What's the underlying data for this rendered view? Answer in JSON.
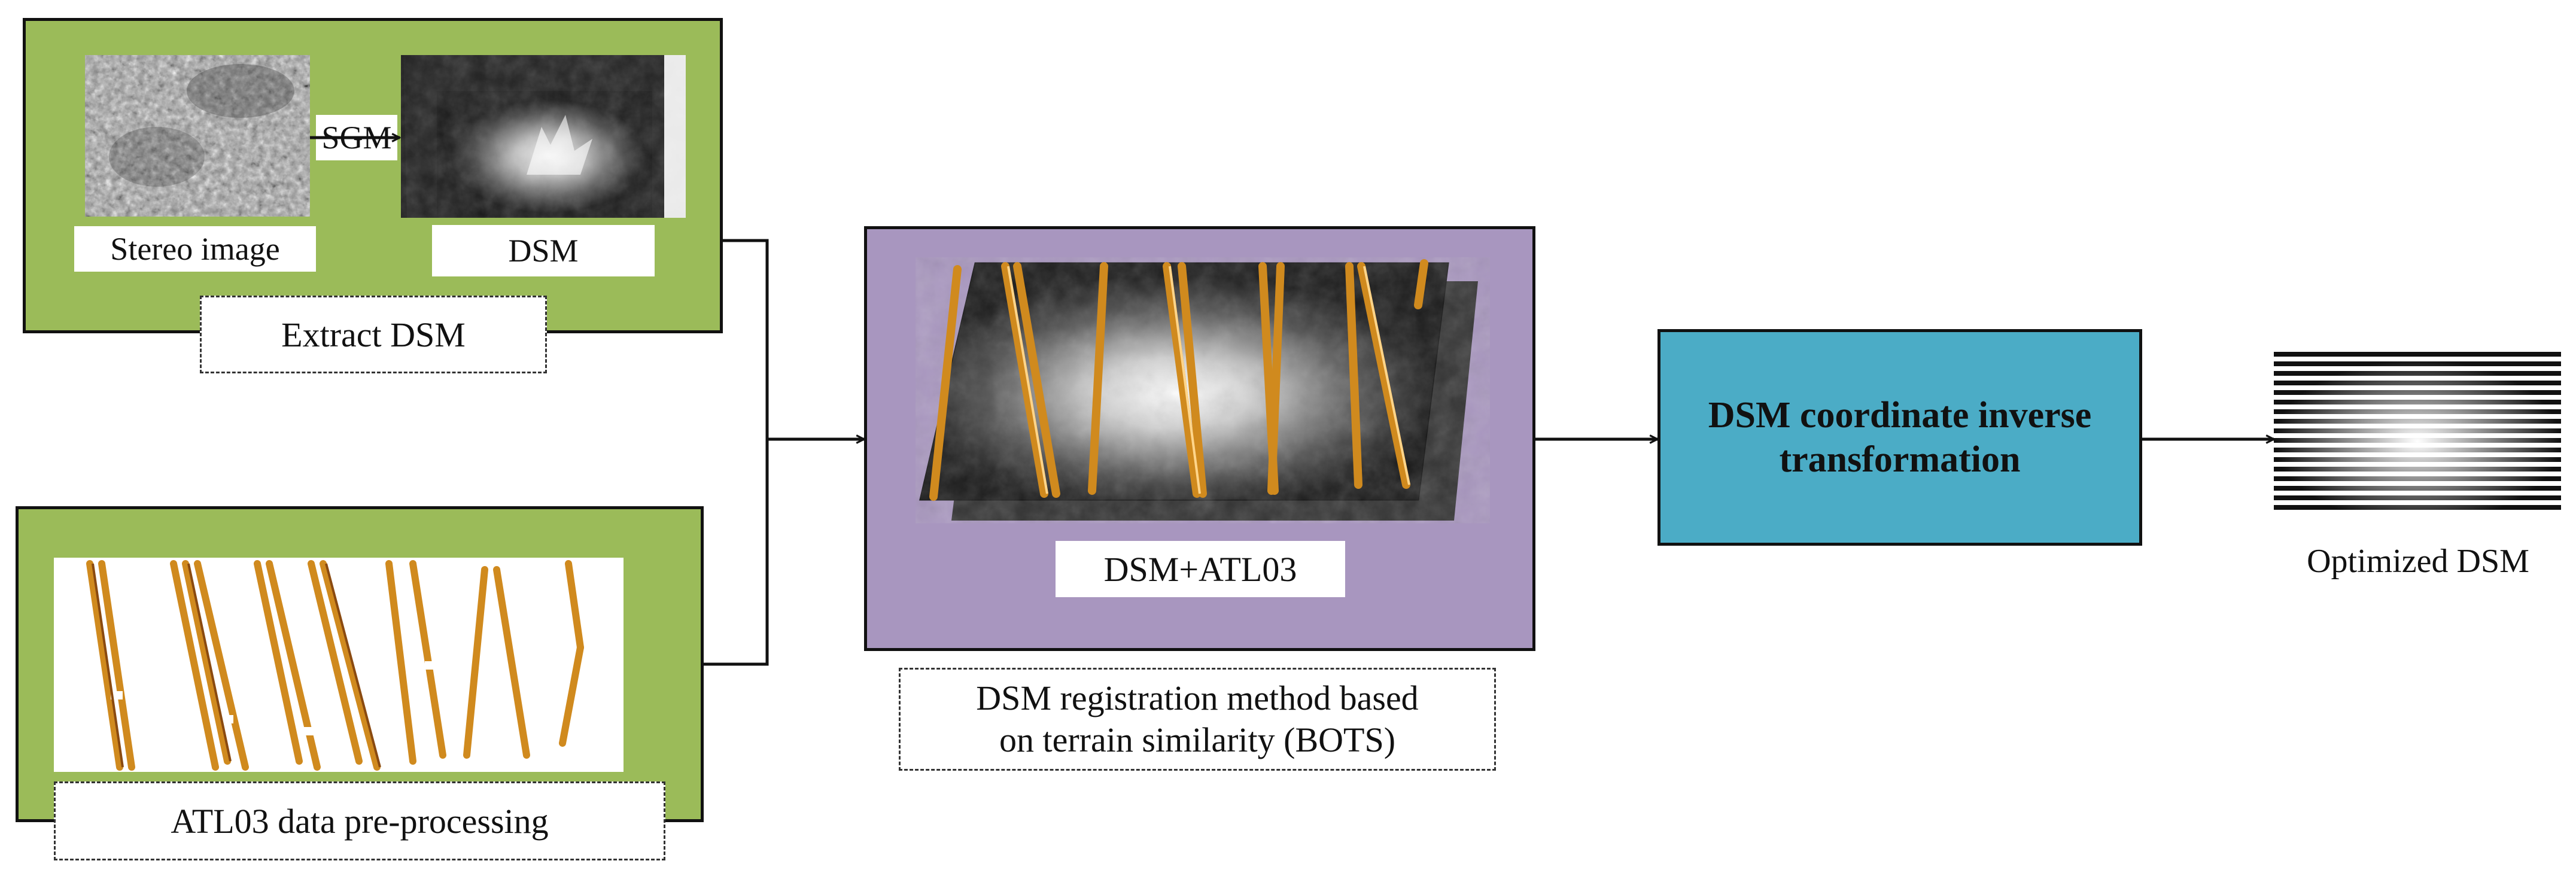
{
  "labels": {
    "stereo_image": "Stereo image",
    "sgm": "SGM",
    "dsm": "DSM",
    "extract_dsm": "Extract DSM",
    "atl03_preprocessing": "ATL03 data pre-processing",
    "dsm_atl03": "DSM+ATL03",
    "registration_line1": "DSM registration method based",
    "registration_line2": "on terrain similarity (BOTS)",
    "inverse_line1": "DSM coordinate inverse",
    "inverse_line2": "transformation",
    "optimized_dsm": "Optimized DSM"
  },
  "colors": {
    "green_panel": "#9bbb59",
    "purple_panel": "#a896bf",
    "teal_box": "#4bacc6",
    "track_orange": "#d08a1e"
  }
}
